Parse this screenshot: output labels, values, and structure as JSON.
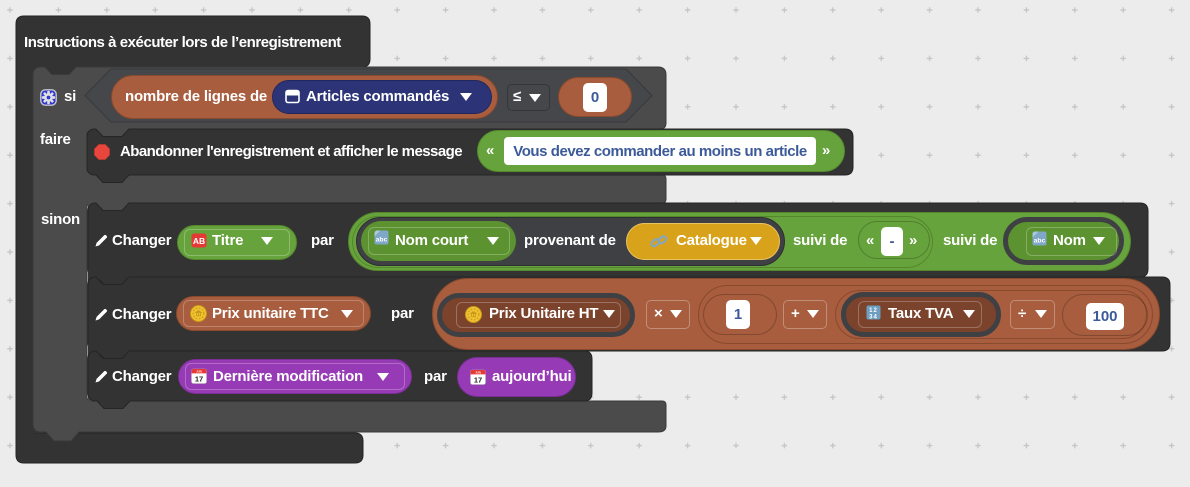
{
  "container": {
    "title": "Instructions à exécuter lors de l’enregistrement"
  },
  "if_block": {
    "if_label": "si",
    "do_label": "faire",
    "else_label": "sinon"
  },
  "condition": {
    "count_label": "nombre de lignes de",
    "table": "Articles commandés",
    "operator": "≤",
    "value": "0"
  },
  "do_statement": {
    "label": "Abandonner l'enregistrement et afficher le message",
    "open_quote": "«",
    "message": "Vous devez commander au moins un article",
    "close_quote": "»"
  },
  "set_title": {
    "verb": "Changer",
    "field": "Titre",
    "par": "par",
    "source_field": "Nom court",
    "from_label": "provenant de",
    "table": "Catalogue",
    "then_label_1": "suivi de",
    "open_quote": "«",
    "separator": "-",
    "close_quote": "»",
    "then_label_2": "suivi de",
    "end_field": "Nom"
  },
  "set_price": {
    "verb": "Changer",
    "field": "Prix unitaire TTC",
    "par": "par",
    "operand_left": "Prix Unitaire HT",
    "op_multiply": "×",
    "const_one": "1",
    "op_add": "+",
    "operand_right": "Taux TVA",
    "op_divide": "÷",
    "const_hundred": "100"
  },
  "set_date": {
    "verb": "Changer",
    "field": "Dernière modification",
    "par": "par",
    "value": "aujourd’hui"
  },
  "colors": {
    "canvas": "#ececec",
    "statement_block": "#333333",
    "if_block": "#4b4b4b",
    "condition_hexagon": "#46474a",
    "brown": "#a75d3e",
    "brown_dark": "#7b422c",
    "green": "#67a33d",
    "green_dark": "#5c9330",
    "navy": "#2c3477",
    "amber": "#d9a21b",
    "purple": "#963bb5",
    "dark_outline": "#3e4044",
    "value_text": "#3c5a99",
    "stop_red": "#e8463d",
    "gear_blue": "#3036d0"
  }
}
